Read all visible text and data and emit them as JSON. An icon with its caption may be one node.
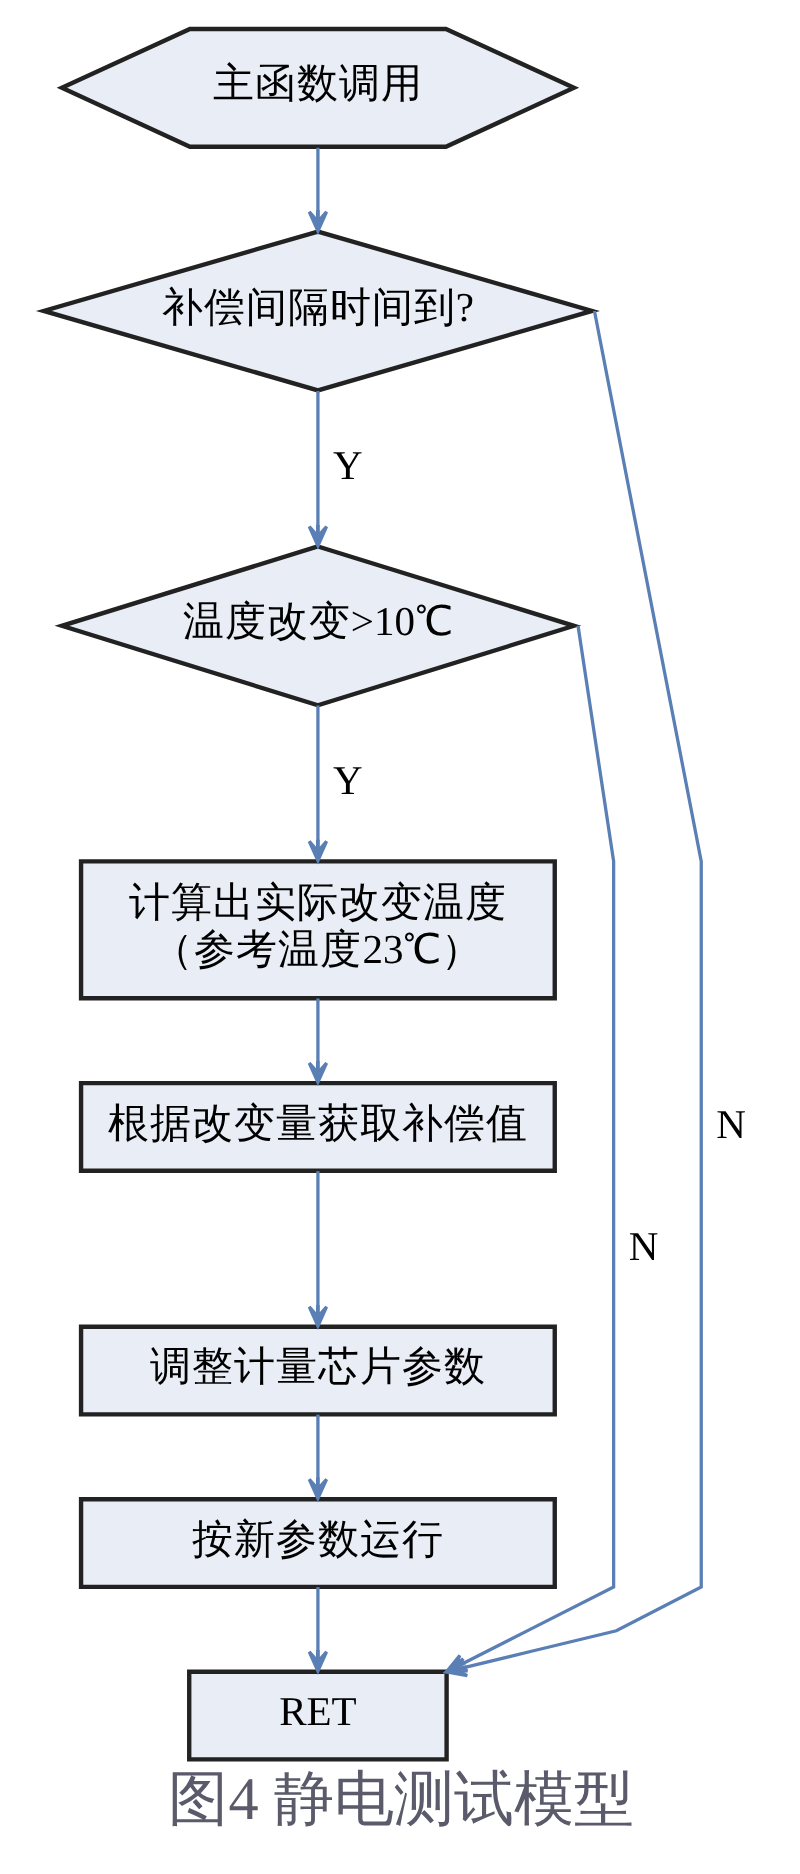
{
  "diagram": {
    "caption": "图4 静电测试模型",
    "nodes": [
      {
        "text": [
          "主函数调用"
        ]
      },
      {
        "text": [
          "补偿间隔时间到?"
        ]
      },
      {
        "text": [
          "温度改变>10℃"
        ]
      },
      {
        "text": [
          "计算出实际改变温度（参考温度23℃）"
        ]
      },
      {
        "text": [
          "根据改变量获取补偿值"
        ]
      },
      {
        "text": [
          "调整计量芯片参数"
        ]
      },
      {
        "text": [
          "按新参数运行"
        ]
      },
      {
        "text": [
          "RET"
        ]
      }
    ],
    "edges": [
      {
        "from": 0,
        "to": 1,
        "arrow": "to"
      },
      {
        "from": 1,
        "to": 2,
        "arrow": "to",
        "label": "Y"
      },
      {
        "from": 2,
        "to": 3,
        "arrow": "to",
        "label": "Y"
      },
      {
        "from": 3,
        "to": 4,
        "arrow": "to"
      },
      {
        "from": 4,
        "to": 5,
        "arrow": "to"
      },
      {
        "from": 5,
        "to": 6,
        "arrow": "to"
      },
      {
        "from": 6,
        "to": 7,
        "arrow": "to"
      },
      {
        "from": 1,
        "to": 7,
        "arrow": "to",
        "label": "N"
      },
      {
        "from": 2,
        "to": 7,
        "arrow": "to",
        "label": "N"
      }
    ]
  }
}
